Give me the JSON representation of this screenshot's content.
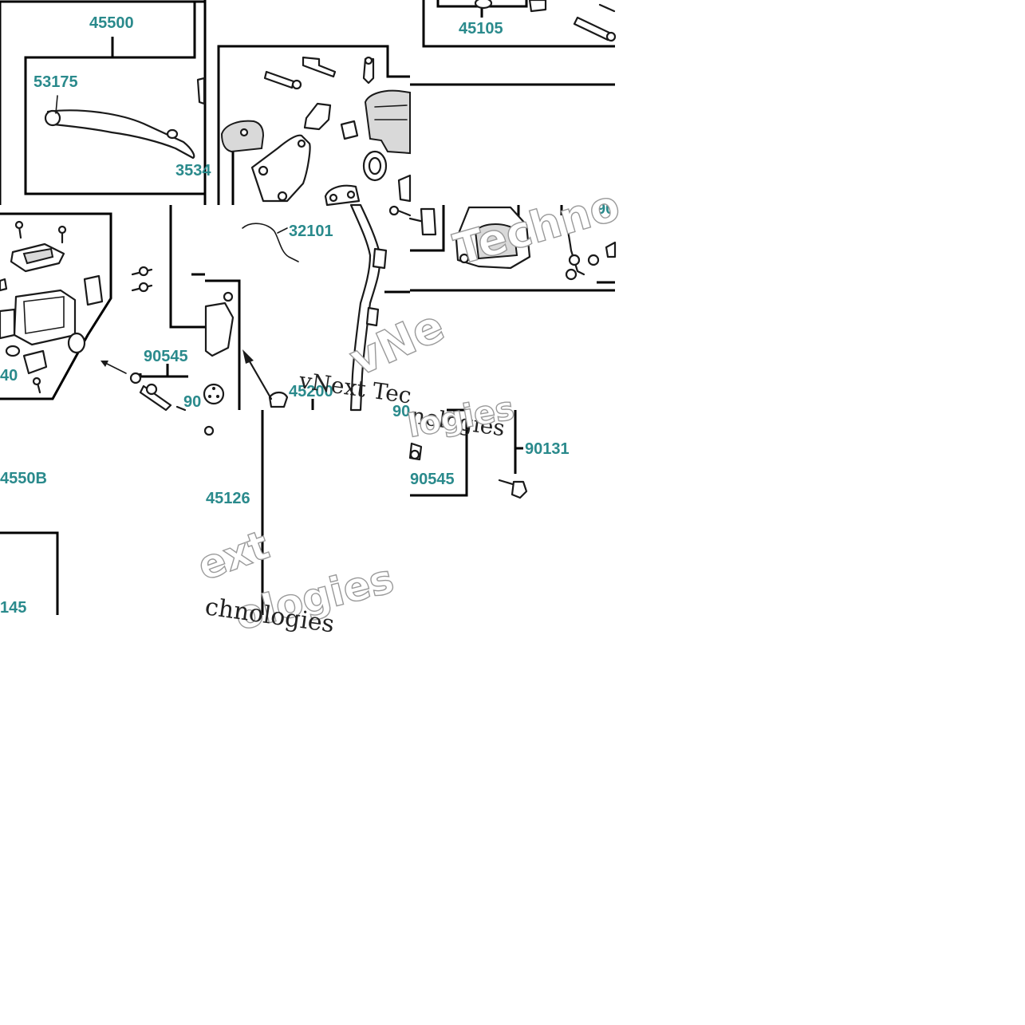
{
  "labels": {
    "p45500": "45500",
    "p53175": "53175",
    "p3534": "3534",
    "p45105": "45105",
    "p32101": "32101",
    "p90545_a": "90545",
    "p90545_b": "90545",
    "p90_a": "90",
    "p90_b": "90",
    "p90_c": "90",
    "p40": "40",
    "p45200": "45200",
    "p4550B": "4550B",
    "p45126": "45126",
    "p90131": "90131",
    "p145": "145"
  },
  "watermark": {
    "serif_1": "vNext Tec",
    "serif_2": "chnologies",
    "serif_3": "nologies",
    "outline_1": "vNe",
    "outline_2": "Techno",
    "outline_3": "ext",
    "outline_4": "ologies",
    "outline_5": "logies"
  },
  "colors": {
    "label": "#2a8a8c",
    "line": "#000000"
  }
}
